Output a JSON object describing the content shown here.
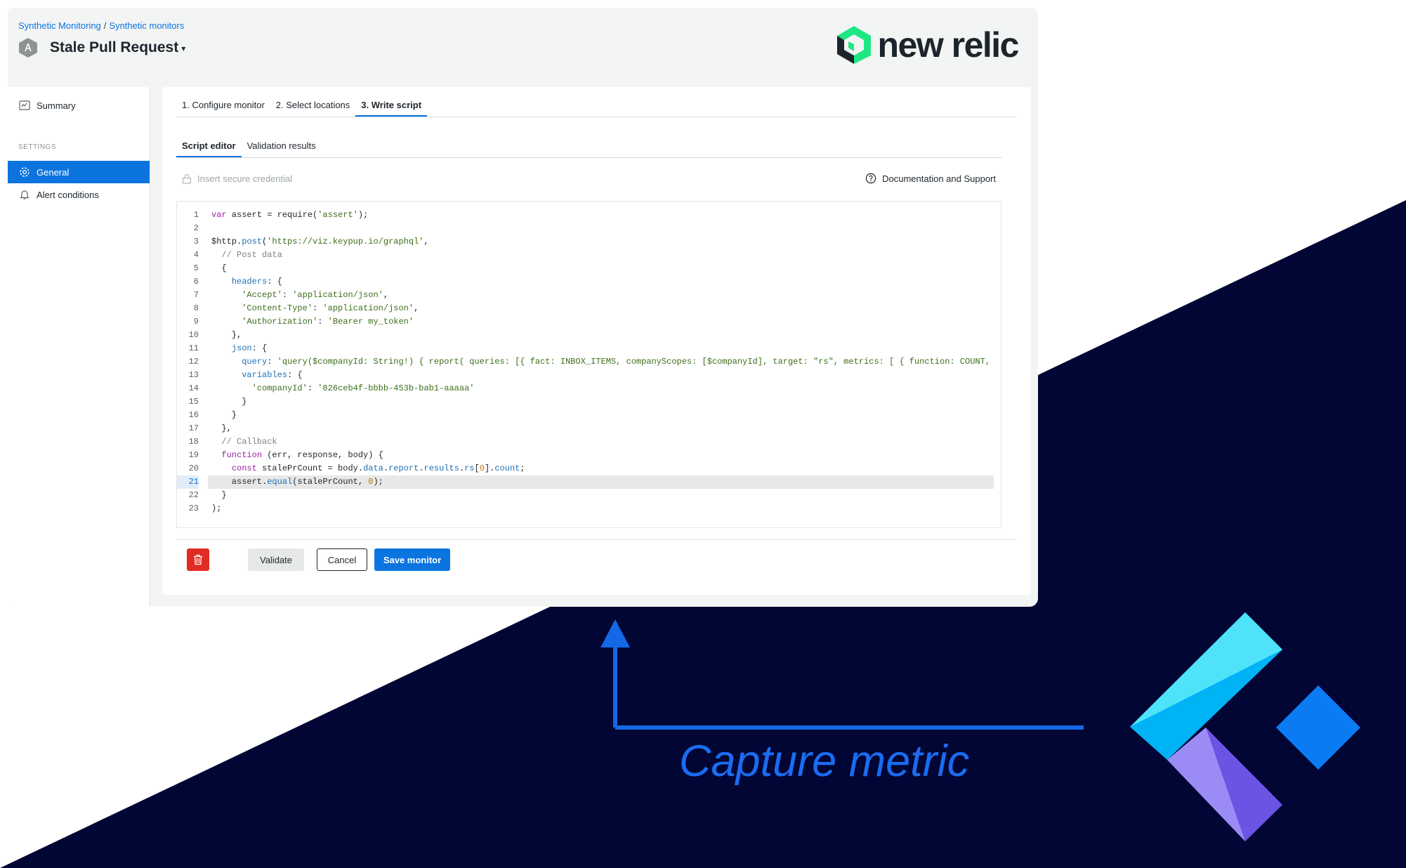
{
  "breadcrumb": {
    "part1": "Synthetic Monitoring",
    "separator": "/",
    "part2": "Synthetic monitors"
  },
  "header": {
    "title": "Stale Pull Request",
    "logo_text": "new relic"
  },
  "sidebar": {
    "summary": "Summary",
    "section_label": "SETTINGS",
    "items": [
      {
        "label": "General",
        "icon": "gear-icon",
        "active": true
      },
      {
        "label": "Alert conditions",
        "icon": "bell-icon",
        "active": false
      }
    ]
  },
  "steps": [
    "1. Configure monitor",
    "2. Select locations",
    "3. Write script"
  ],
  "subtabs": [
    "Script editor",
    "Validation results"
  ],
  "toolbar": {
    "credential": "Insert secure credential",
    "docs": "Documentation and Support"
  },
  "code_lines": [
    "var assert = require('assert');",
    "",
    "$http.post('https://viz.keypup.io/graphql',",
    "  // Post data",
    "  {",
    "    headers: {",
    "      'Accept': 'application/json',",
    "      'Content-Type': 'application/json',",
    "      'Authorization': 'Bearer my_token'",
    "    },",
    "    json: {",
    "      query: 'query($companyId: String!) { report( queries: [{ fact: INBOX_ITEMS, companyScopes: [$companyId], target: \"rs\", metrics: [ { function: COUNT,",
    "      variables: {",
    "        'companyId': '826ceb4f-bbbb-453b-bab1-aaaaa'",
    "      }",
    "    }",
    "  },",
    "  // Callback",
    "  function (err, response, body) {",
    "    const stalePrCount = body.data.report.results.rs[0].count;",
    "    assert.equal(stalePrCount, 0);",
    "  }",
    ");"
  ],
  "highlighted_line": 21,
  "buttons": {
    "validate": "Validate",
    "cancel": "Cancel",
    "save": "Save monitor"
  },
  "caption": "Capture metric",
  "colors": {
    "accent": "#0c74df",
    "danger": "#df2d24",
    "navy": "#020634",
    "caption": "#1a6cf1"
  }
}
